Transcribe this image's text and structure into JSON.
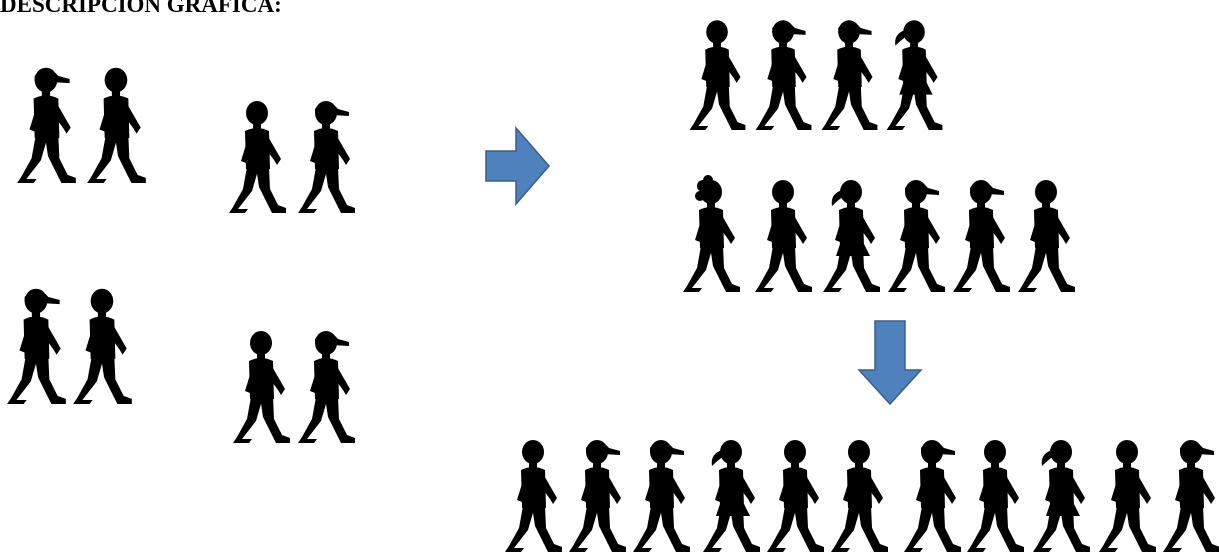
{
  "title": "DESCRIPCIÓN GRÁFICA:",
  "figure_colour": "#000000",
  "arrow_colour": "#4f81bd",
  "arrow_border_colour": "#385d8a",
  "groups": {
    "pair_top_left": [
      "cap",
      "plain"
    ],
    "pair_top_right": [
      "plain",
      "cap"
    ],
    "pair_bottom_left": [
      "cap",
      "plain"
    ],
    "pair_bottom_right": [
      "plain",
      "cap"
    ],
    "row_of_four": [
      "plain",
      "cap",
      "cap",
      "ponytail"
    ],
    "row_of_six": [
      "curly",
      "plain",
      "ponytail",
      "cap",
      "cap",
      "plain"
    ],
    "row_of_eleven": [
      "plain",
      "cap",
      "cap",
      "ponytail",
      "plain",
      "plain",
      "cap",
      "plain",
      "ponytail",
      "plain",
      "cap"
    ]
  },
  "arrows": [
    "right",
    "down"
  ]
}
